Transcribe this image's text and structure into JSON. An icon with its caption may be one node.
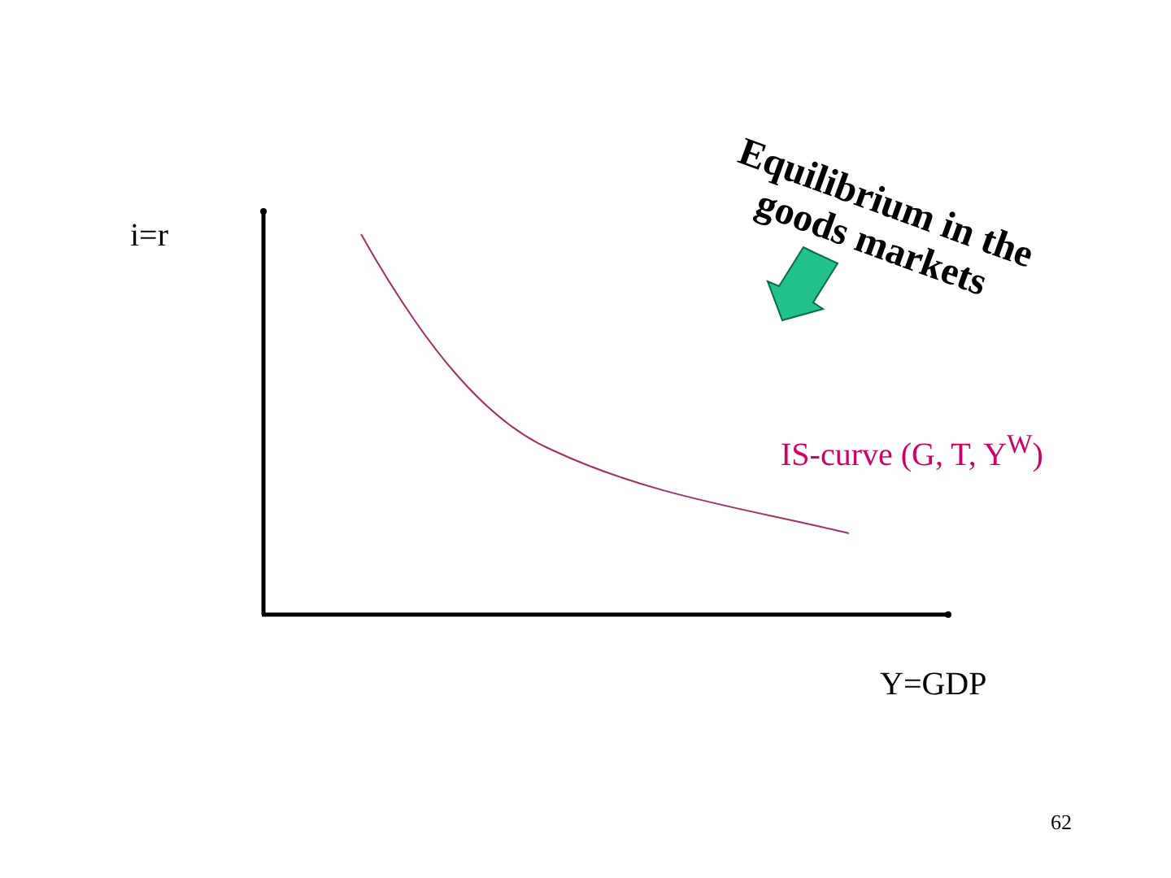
{
  "diagram": {
    "labels": [
      "i=r",
      "Equilibrium in the goods markets",
      "IS-curve (G, T, Y$^{W}$)",
      "Y=GDP",
      "62"
    ]
  }
}
